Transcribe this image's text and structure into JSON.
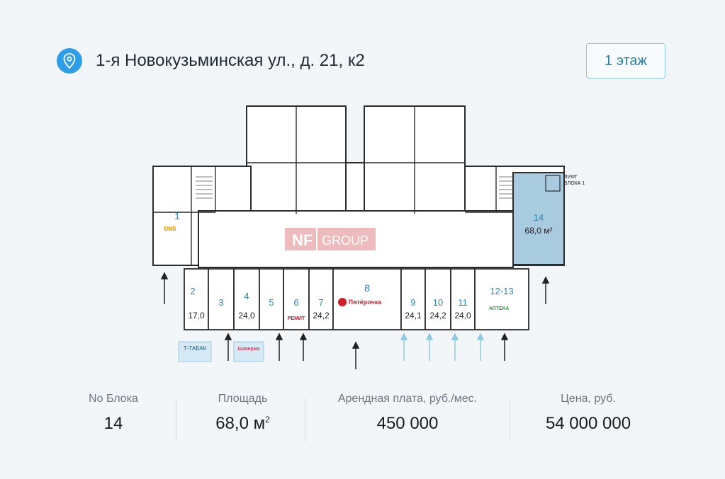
{
  "header": {
    "address": "1-я Новокузьминская ул., д. 21, к2",
    "floor_button": "1 этаж",
    "pin_icon": "location-pin-icon",
    "accent": "#2e9ee6"
  },
  "plan": {
    "watermark": "NF GROUP",
    "lift_label_line1": "ЛИФТ",
    "lift_label_line2": "БЛОКА 1",
    "units": [
      {
        "num": "1"
      },
      {
        "num": "2"
      },
      {
        "num": "3"
      },
      {
        "num": "4"
      },
      {
        "num": "5"
      },
      {
        "num": "6"
      },
      {
        "num": "7"
      },
      {
        "num": "8"
      },
      {
        "num": "9"
      },
      {
        "num": "10"
      },
      {
        "num": "11"
      },
      {
        "num": "12-13"
      },
      {
        "num": "14"
      }
    ],
    "areas": {
      "u2": "17,0",
      "u4": "24,0",
      "u7": "24,2",
      "u9": "24,1",
      "u10": "24,2",
      "u11": "24,0",
      "u14": "68,0 м²"
    },
    "unit_m": "м",
    "tenants": {
      "dns": "DNS",
      "pyaterochka": "Пятёрочка",
      "remit": "РЕМИТ",
      "apteka": "АПТЕКА",
      "ttabak": "Т-ТАБАК",
      "shawarma": "Шаверма"
    },
    "highlight_color": "#a8cbe0"
  },
  "info": {
    "block_label": "No Блока",
    "block_value": "14",
    "area_label": "Площадь",
    "area_value": "68,0 м",
    "area_sup": "2",
    "rent_label": "Арендная плата, руб./мес.",
    "rent_value": "450 000",
    "price_label": "Цена, руб.",
    "price_value": "54 000 000"
  }
}
